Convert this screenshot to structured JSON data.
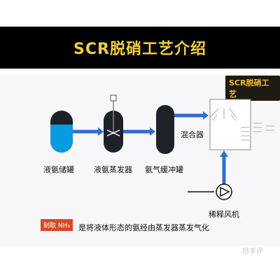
{
  "header": {
    "title": "SCR脱硝工艺介绍"
  },
  "slide": {
    "badge": "SCR脱硝工艺",
    "labels": {
      "tank": "液氨储罐",
      "evaporator": "液氨蒸发器",
      "buffer": "氨气缓冲罐",
      "mixer": "混合器",
      "fan": "稀释风机"
    },
    "tag": "制取 NH₃",
    "caption": "是将液体形态的氨经由蒸发器蒸发气化",
    "watermark": "拾羊评"
  },
  "colors": {
    "title": "#f0d040",
    "flow": "#2a6fd4",
    "tank_fill": "#0b9ae0",
    "vessel": "#1e2228",
    "tag": "#d84a24"
  }
}
